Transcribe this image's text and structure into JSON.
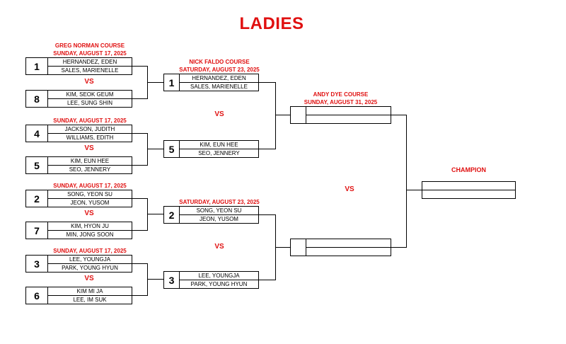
{
  "title": "LADIES",
  "round1": {
    "course": "GREG NORMAN COURSE",
    "dates": [
      "SUNDAY, AUGUST 17, 2025",
      "SUNDAY, AUGUST 17, 2025",
      "SUNDAY, AUGUST 17, 2025",
      "SUNDAY, AUGUST 17, 2025"
    ],
    "matches": [
      {
        "seed_a": "1",
        "team_a": [
          "HERNANDEZ, EDEN",
          "SALES, MARIENELLE"
        ],
        "seed_b": "8",
        "team_b": [
          "KIM, SEOK GEUM",
          "LEE, SUNG SHIN"
        ]
      },
      {
        "seed_a": "4",
        "team_a": [
          "JACKSON, JUDITH",
          "WILLIAMS, EDITH"
        ],
        "seed_b": "5",
        "team_b": [
          "KIM, EUN HEE",
          "SEO, JENNERY"
        ]
      },
      {
        "seed_a": "2",
        "team_a": [
          "SONG, YEON SU",
          "JEON, YUSOM"
        ],
        "seed_b": "7",
        "team_b": [
          "KIM, HYON JU",
          "MIN, JONG SOON"
        ]
      },
      {
        "seed_a": "3",
        "team_a": [
          "LEE, YOUNGJA",
          "PARK, YOUNG HYUN"
        ],
        "seed_b": "6",
        "team_b": [
          "KIM MI JA",
          "LEE, IM SUK"
        ]
      }
    ]
  },
  "round2": {
    "course": "NICK FALDO COURSE",
    "dates": [
      "SATURDAY, AUGUST 23, 2025",
      "SATURDAY, AUGUST 23, 2025"
    ],
    "matches": [
      {
        "seed_a": "1",
        "team_a": [
          "HERNANDEZ, EDEN",
          "SALES, MARIENELLE"
        ],
        "seed_b": "5",
        "team_b": [
          "KIM, EUN HEE",
          "SEO, JENNERY"
        ]
      },
      {
        "seed_a": "2",
        "team_a": [
          "SONG, YEON SU",
          "JEON, YUSOM"
        ],
        "seed_b": "3",
        "team_b": [
          "LEE, YOUNGJA",
          "PARK, YOUNG HYUN"
        ]
      }
    ]
  },
  "final": {
    "course": "ANDY DYE COURSE",
    "date": "SUNDAY, AUGUST 31, 2025",
    "slot_a": {
      "seed": "",
      "names": [
        "",
        ""
      ]
    },
    "slot_b": {
      "seed": "",
      "names": [
        "",
        ""
      ]
    }
  },
  "champion": {
    "label": "CHAMPION",
    "names": [
      "",
      ""
    ]
  },
  "vs": "VS"
}
